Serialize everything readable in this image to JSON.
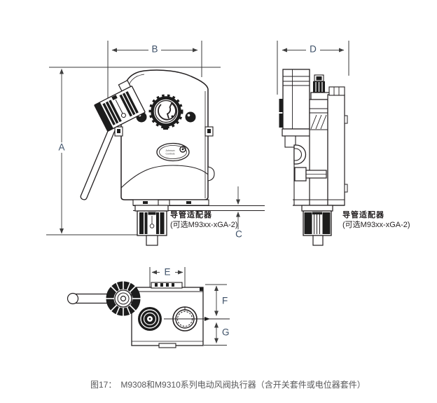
{
  "colors": {
    "line": "#231f20",
    "dimension_line": "#4a4a4a",
    "dimension_label": "#3d5068",
    "caption_text": "#58585a",
    "annotation_text": "#231f20"
  },
  "dimensions": {
    "a": "A",
    "b": "B",
    "c": "C",
    "d": "D",
    "e": "E",
    "f": "F",
    "g": "G"
  },
  "annotations": {
    "conduit_adapter": {
      "line1": "导管适配器",
      "line2": "(可选M93xx-xGA-2)"
    }
  },
  "logo": {
    "line1": "Johnson",
    "line2": "Controls"
  },
  "caption": {
    "label": "图17：",
    "text": "M9308和M9310系列电动风阀执行器（含开关套件或电位器套件）"
  }
}
